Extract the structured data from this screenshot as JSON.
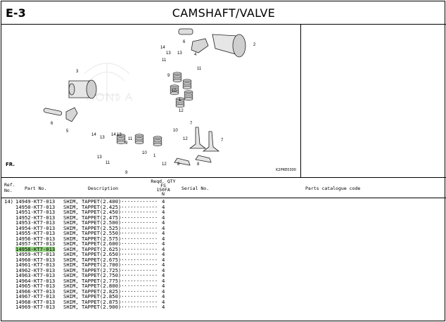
{
  "header": {
    "code": "E-3",
    "title": "CAMSHAFT/VALVE"
  },
  "figure": {
    "image_code": "K2PRE0300",
    "fr_label": "FR.",
    "callouts": [
      "1",
      "1",
      "2",
      "3",
      "4",
      "5",
      "6",
      "6",
      "7",
      "7",
      "8",
      "8",
      "9",
      "9",
      "9",
      "10",
      "10",
      "10",
      "11",
      "11",
      "11",
      "11",
      "12",
      "12",
      "12",
      "13",
      "13",
      "13",
      "13",
      "13",
      "14",
      "14",
      "14"
    ]
  },
  "table": {
    "headers": {
      "ref_line1": "Ref.",
      "ref_line2": "No.",
      "part": "Part No.",
      "description": "Description",
      "qty_line1": "Reqd. QTY",
      "qty_line2": "FS",
      "qty_line3": "150FA",
      "qty_line4": "N",
      "serial": "Serial No.",
      "catalog": "Parts catalogue code"
    },
    "rows": [
      {
        "ref": "14)",
        "part": "14949-KT7-013",
        "desc": "SHIM, TAPPET(2.400)············",
        "qty": "4"
      },
      {
        "ref": "",
        "part": "14950-KT7-013",
        "desc": "SHIM, TAPPET(2.425)············",
        "qty": "4"
      },
      {
        "ref": "",
        "part": "14951-KT7-013",
        "desc": "SHIM, TAPPET(2.450)············",
        "qty": "4"
      },
      {
        "ref": "",
        "part": "14952-KT7-013",
        "desc": "SHIM, TAPPET(2.475)············",
        "qty": "4"
      },
      {
        "ref": "",
        "part": "14953-KT7-013",
        "desc": "SHIM, TAPPET(2.500)············",
        "qty": "4"
      },
      {
        "ref": "",
        "part": "14954-KT7-013",
        "desc": "SHIM, TAPPET(2.525)············",
        "qty": "4"
      },
      {
        "ref": "",
        "part": "14955-KT7-013",
        "desc": "SHIM, TAPPET(2.550)············",
        "qty": "4"
      },
      {
        "ref": "",
        "part": "14956-KT7-013",
        "desc": "SHIM, TAPPET(2.575)············",
        "qty": "4"
      },
      {
        "ref": "",
        "part": "14957-KT7-013",
        "desc": "SHIM, TAPPET(2.600)············",
        "qty": "4"
      },
      {
        "ref": "",
        "part": "14958-KT7-013",
        "desc": "SHIM, TAPPET(2.625)············",
        "qty": "4",
        "highlighted": true
      },
      {
        "ref": "",
        "part": "14959-KT7-013",
        "desc": "SHIM, TAPPET(2.650)············",
        "qty": "4"
      },
      {
        "ref": "",
        "part": "14960-KT7-013",
        "desc": "SHIM, TAPPET(2.675)············",
        "qty": "4"
      },
      {
        "ref": "",
        "part": "14961-KT7-013",
        "desc": "SHIM, TAPPET(2.700)············",
        "qty": "4"
      },
      {
        "ref": "",
        "part": "14962-KT7-013",
        "desc": "SHIM, TAPPET(2.725)············",
        "qty": "4"
      },
      {
        "ref": "",
        "part": "14963-KT7-013",
        "desc": "SHIM, TAPPET(2.750)············",
        "qty": "4"
      },
      {
        "ref": "",
        "part": "14964-KT7-013",
        "desc": "SHIM, TAPPET(2.775)············",
        "qty": "4"
      },
      {
        "ref": "",
        "part": "14965-KT7-013",
        "desc": "SHIM, TAPPET(2.800)············",
        "qty": "4"
      },
      {
        "ref": "",
        "part": "14966-KT7-013",
        "desc": "SHIM, TAPPET(2.825)············",
        "qty": "4"
      },
      {
        "ref": "",
        "part": "14967-KT7-013",
        "desc": "SHIM, TAPPET(2.850)············",
        "qty": "4"
      },
      {
        "ref": "",
        "part": "14968-KT7-013",
        "desc": "SHIM, TAPPET(2.875)············",
        "qty": "4"
      },
      {
        "ref": "",
        "part": "14969-KT7-013",
        "desc": "SHIM, TAPPET(2.900)············",
        "qty": "4"
      }
    ]
  },
  "colors": {
    "highlight": "#8fd27a",
    "rule": "#000000",
    "background": "#ffffff"
  }
}
